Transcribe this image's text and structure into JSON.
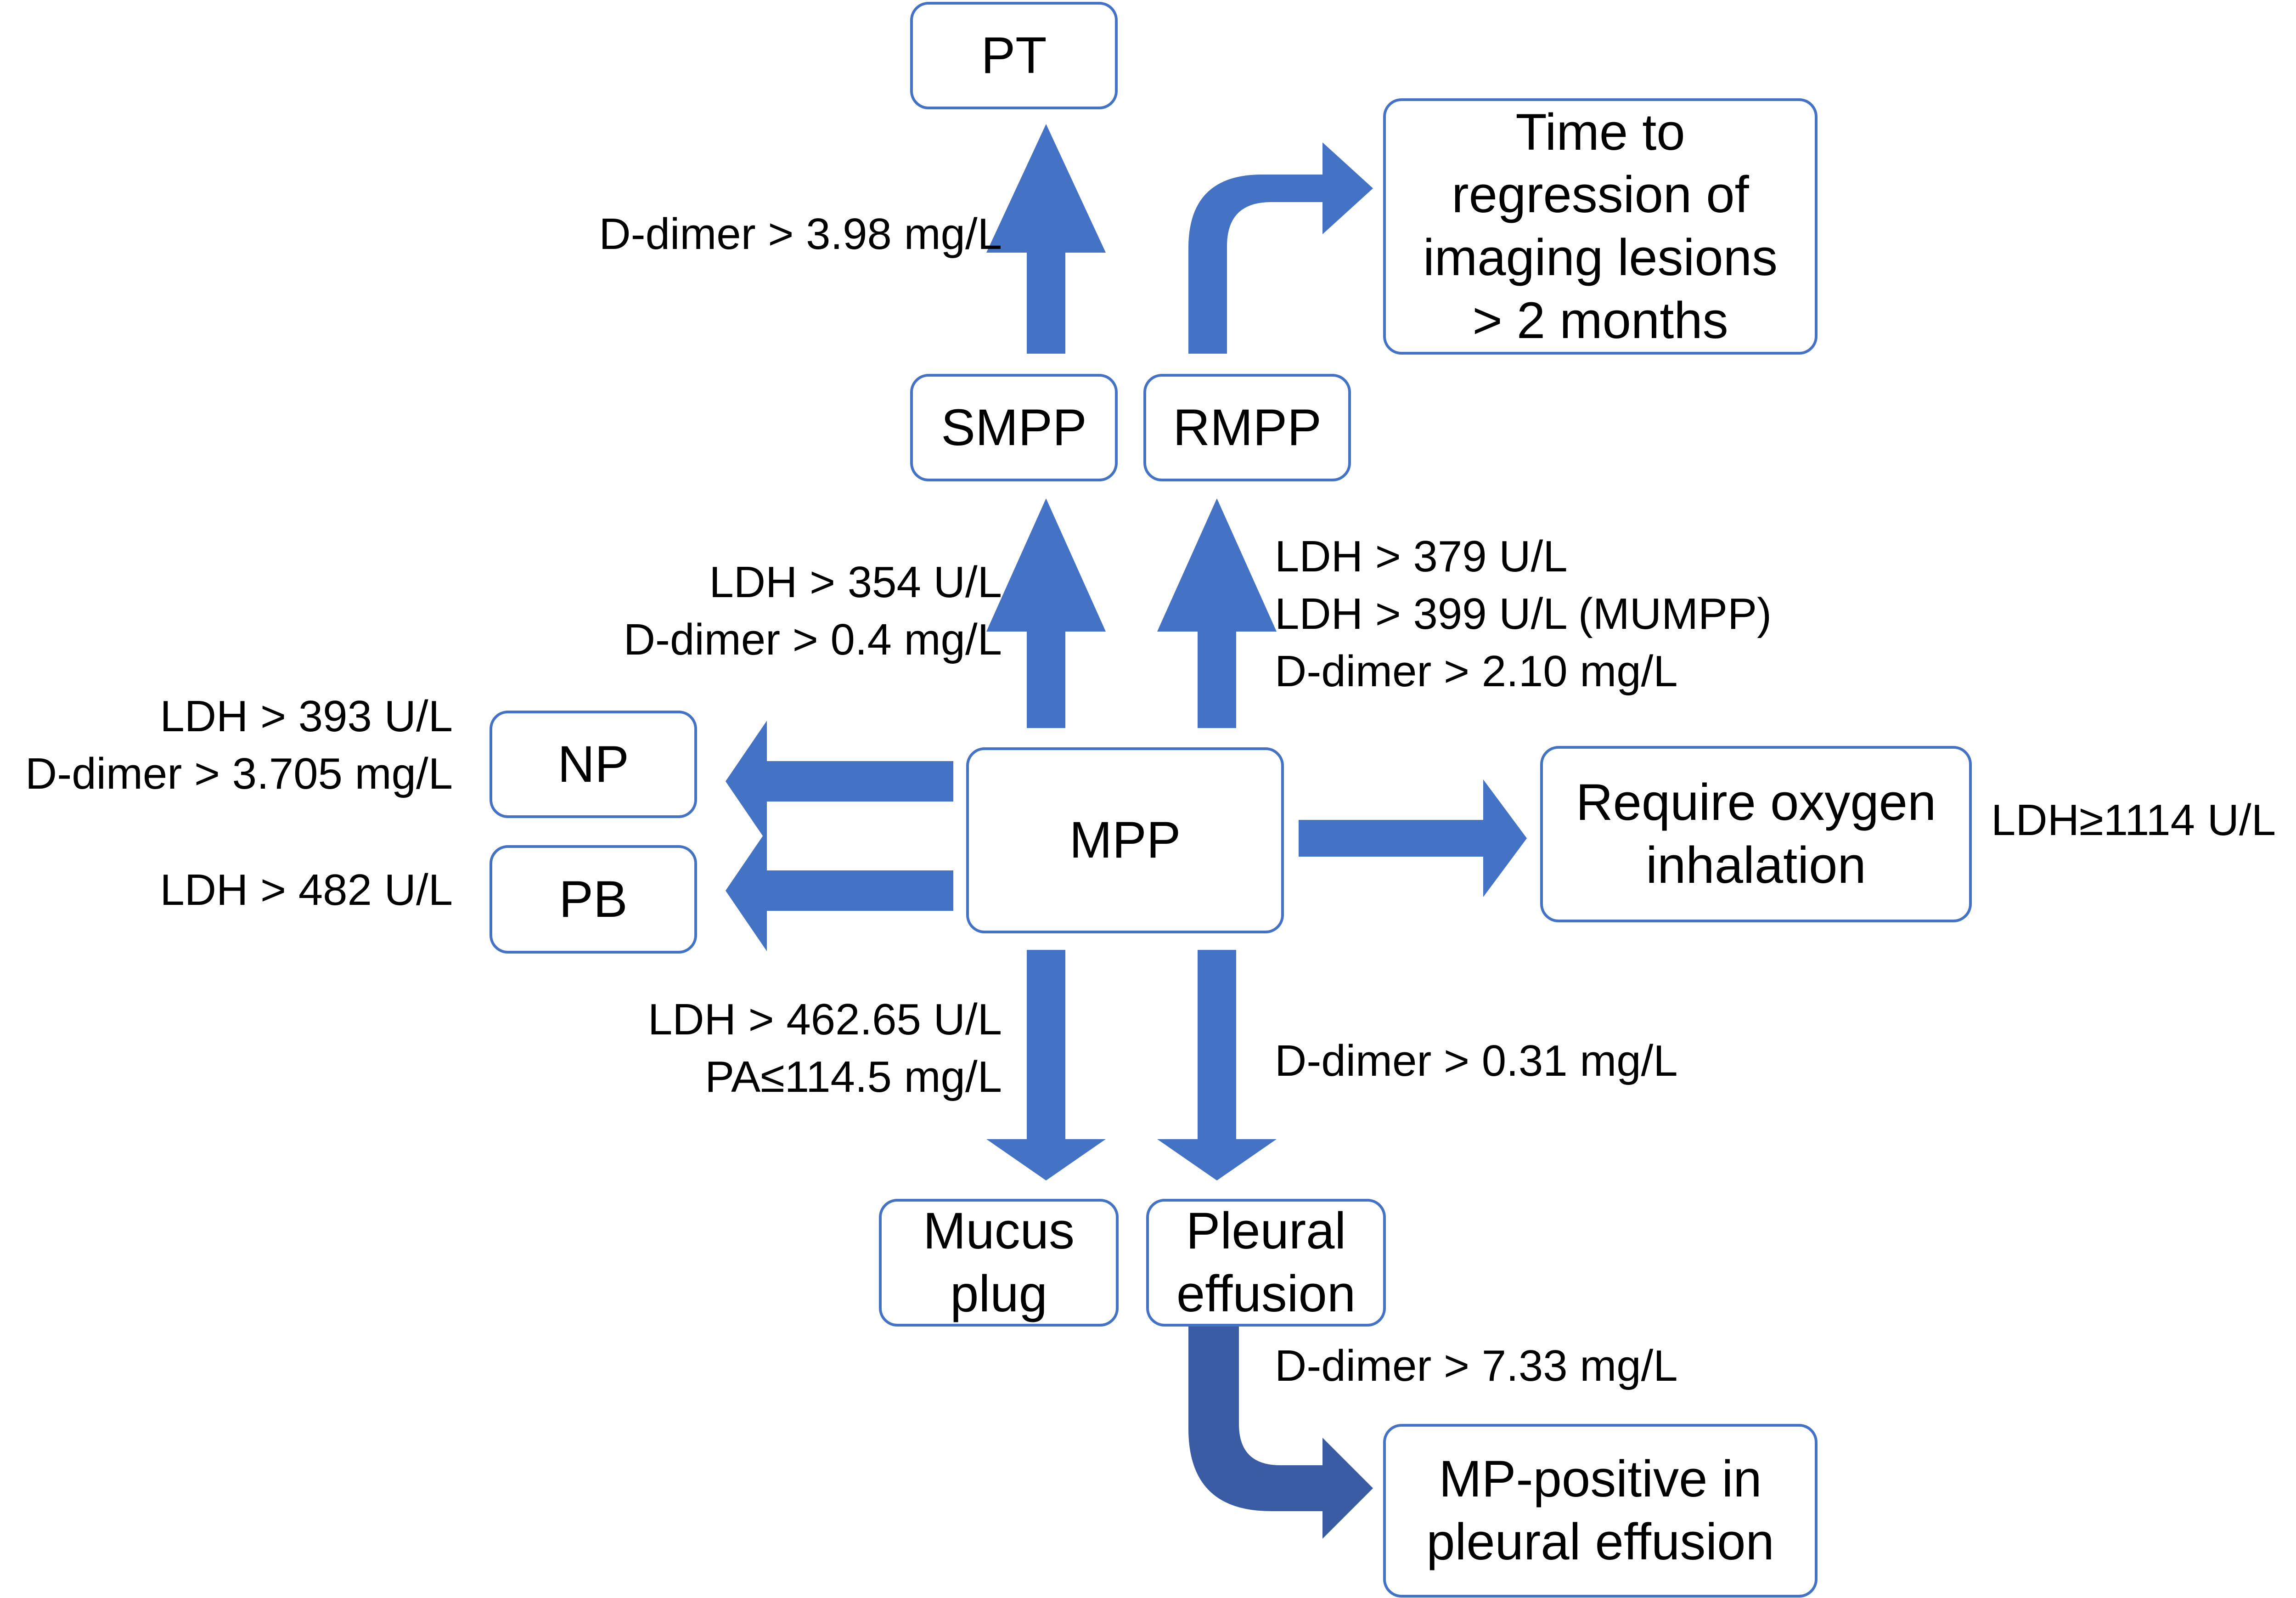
{
  "colors": {
    "arrow": "#4472c4",
    "arrow_dark": "#3a5ca5",
    "node_border": "#4472c4",
    "text": "#000000"
  },
  "nodes": {
    "pt": "PT",
    "time_regression": "Time to\nregression of\nimaging lesions\n> 2 months",
    "smpp": "SMPP",
    "rmpp": "RMPP",
    "np": "NP",
    "pb": "PB",
    "mpp": "MPP",
    "oxygen": "Require oxygen\ninhalation",
    "mucus_plug": "Mucus\nplug",
    "pleural_effusion": "Pleural\neffusion",
    "mp_positive": "MP-positive in\npleural effusion"
  },
  "labels": {
    "smpp_to_pt": "D-dimer > 3.98 mg/L",
    "mpp_to_smpp": "LDH > 354 U/L\nD-dimer > 0.4 mg/L",
    "mpp_to_rmpp": "LDH > 379 U/L\nLDH > 399 U/L (MUMPP)\nD-dimer > 2.10 mg/L",
    "mpp_to_np": "LDH > 393 U/L\nD-dimer > 3.705 mg/L",
    "mpp_to_pb": "LDH > 482 U/L",
    "mpp_to_oxygen": "LDH≥1114 U/L",
    "mpp_to_mucus": "LDH > 462.65 U/L\nPA≤114.5 mg/L",
    "mpp_to_pleural": "D-dimer > 0.31 mg/L",
    "pleural_to_mp_positive": "D-dimer > 7.33 mg/L"
  }
}
